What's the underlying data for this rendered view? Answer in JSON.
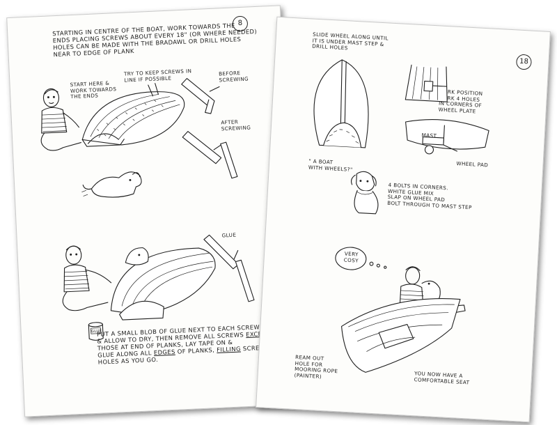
{
  "left_page": {
    "page_number": "8",
    "intro": "STARTING IN CENTRE OF THE BOAT, WORK TOWARDS THE\nENDS PLACING SCREWS ABOUT EVERY 18\" (OR WHERE NEEDED)\nHOLES CAN BE MADE WITH THE BRADAWL OR DRILL HOLES\nNEAR TO EDGE OF PLANK",
    "label_start_here": "START HERE &\nWORK TOWARDS\nTHE ENDS",
    "label_keep_line": "TRY TO KEEP SCREWS IN\nLINE IF POSSIBLE",
    "label_before": "BEFORE\nSCREWING",
    "label_after": "AFTER\nSCREWING",
    "label_glue": "GLUE",
    "tin_label": "GLUE",
    "bottom_text_1": "PUT A SMALL BLOB OF GLUE NEXT TO EACH SCREW\n& ALLOW TO DRY, THEN REMOVE ALL SCREWS ",
    "bottom_text_except": "EXCEPT",
    "bottom_text_2": "\nTHOSE AT END OF PLANKS, LAY TAPE ON &\nGLUE ALONG ALL ",
    "bottom_text_edges": "EDGES",
    "bottom_text_3": " OF PLANKS, ",
    "bottom_text_filling": "FILLING",
    "bottom_text_4": " SCREW\nHOLES AS YOU GO."
  },
  "right_page": {
    "page_number": "18",
    "slide_wheel": "SLIDE WHEEL ALONG UNTIL\nIT IS UNDER MAST STEP &\nDRILL HOLES",
    "mark_position": "MARK POSITION\nMARK 4 HOLES\nIN CORNERS OF\nWHEEL PLATE",
    "label_mast": "MAST",
    "label_wheel_pad": "WHEEL PAD",
    "bolts_text": "4 BOLTS IN CORNERS.\nWHITE GLUE MIX\nSLAP ON WHEEL PAD\nBOLT THROUGH TO MAST STEP",
    "quote_wheels": "\" A BOAT\nWITH WHEELS?\"",
    "speech_bubble": "VERY\nCOSY",
    "ream_out": "REAM OUT\nHOLE FOR\nMOORING ROPE\n(PAINTER)",
    "comfortable_seat": "YOU NOW HAVE A\nCOMFORTABLE SEAT"
  }
}
